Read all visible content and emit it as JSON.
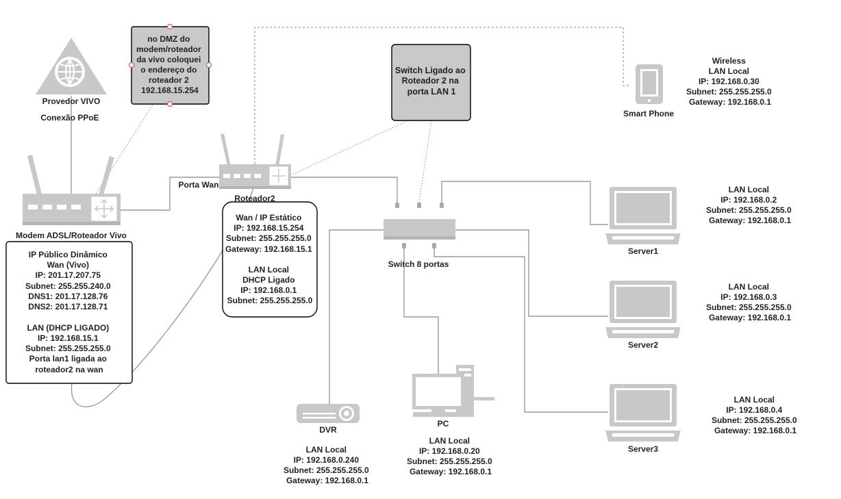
{
  "provider": {
    "label": "Provedor VIVO",
    "connection": "Conexão PPoE"
  },
  "dmz_note": {
    "lines": [
      "no DMZ do",
      "modem/roteador",
      "da vivo coloquei",
      "o endereço do",
      "roteador 2",
      "192.168.15.254"
    ]
  },
  "switch_note": {
    "lines": [
      "Switch Ligado ao",
      "Roteador 2 na",
      "porta LAN 1"
    ]
  },
  "smartphone": {
    "label": "Smart Phone",
    "info": [
      "Wireless",
      "LAN Local",
      "IP: 192.168.0.30",
      "Subnet: 255.255.255.0",
      "Gateway: 192.168.0.1"
    ]
  },
  "modem": {
    "label": "Modem ADSL/Roteador Vivo",
    "info": [
      "IP Público Dinâmico",
      "Wan (Vivo)",
      "IP: 201.17.207.75",
      "Subnet: 255.255.240.0",
      "DNS1: 201.17.128.76",
      "DNS2: 201.17.128.71",
      "",
      "LAN  (DHCP LIGADO)",
      "IP: 192.168.15.1",
      "Subnet: 255.255.255.0",
      "Porta lan1 ligada ao",
      "roteador2 na wan"
    ]
  },
  "router2": {
    "label": "Roteador2",
    "port_label": "Porta Wan",
    "info": [
      "Wan / IP Estático",
      "IP: 192.168.15.254",
      "Subnet: 255.255.255.0",
      "Gateway: 192.168.15.1",
      "",
      "LAN Local",
      "DHCP Ligado",
      "IP: 192.168.0.1",
      "Subnet: 255.255.255.0"
    ]
  },
  "switch": {
    "label": "Switch 8 portas"
  },
  "servers": [
    {
      "label": "Server1",
      "info": [
        "LAN Local",
        "IP: 192.168.0.2",
        "Subnet: 255.255.255.0",
        "Gateway: 192.168.0.1"
      ]
    },
    {
      "label": "Server2",
      "info": [
        "LAN Local",
        "IP: 192.168.0.3",
        "Subnet: 255.255.255.0",
        "Gateway: 192.168.0.1"
      ]
    },
    {
      "label": "Server3",
      "info": [
        "LAN Local",
        "IP: 192.168.0.4",
        "Subnet: 255.255.255.0",
        "Gateway: 192.168.0.1"
      ]
    }
  ],
  "pc": {
    "label": "PC",
    "info": [
      "LAN Local",
      "IP: 192.168.0.20",
      "Subnet: 255.255.255.0",
      "Gateway: 192.168.0.1"
    ]
  },
  "dvr": {
    "label": "DVR",
    "info": [
      "LAN Local",
      "IP: 192.168.0.240",
      "Subnet: 255.255.255.0",
      "Gateway: 192.168.0.1"
    ]
  },
  "icons": {
    "provider": "globe-triangle-icon",
    "modem": "router-icon",
    "router2": "router-icon",
    "switch": "switch-icon",
    "server": "laptop-icon",
    "pc": "desktop-icon",
    "dvr": "dvr-icon",
    "phone": "smartphone-icon"
  }
}
